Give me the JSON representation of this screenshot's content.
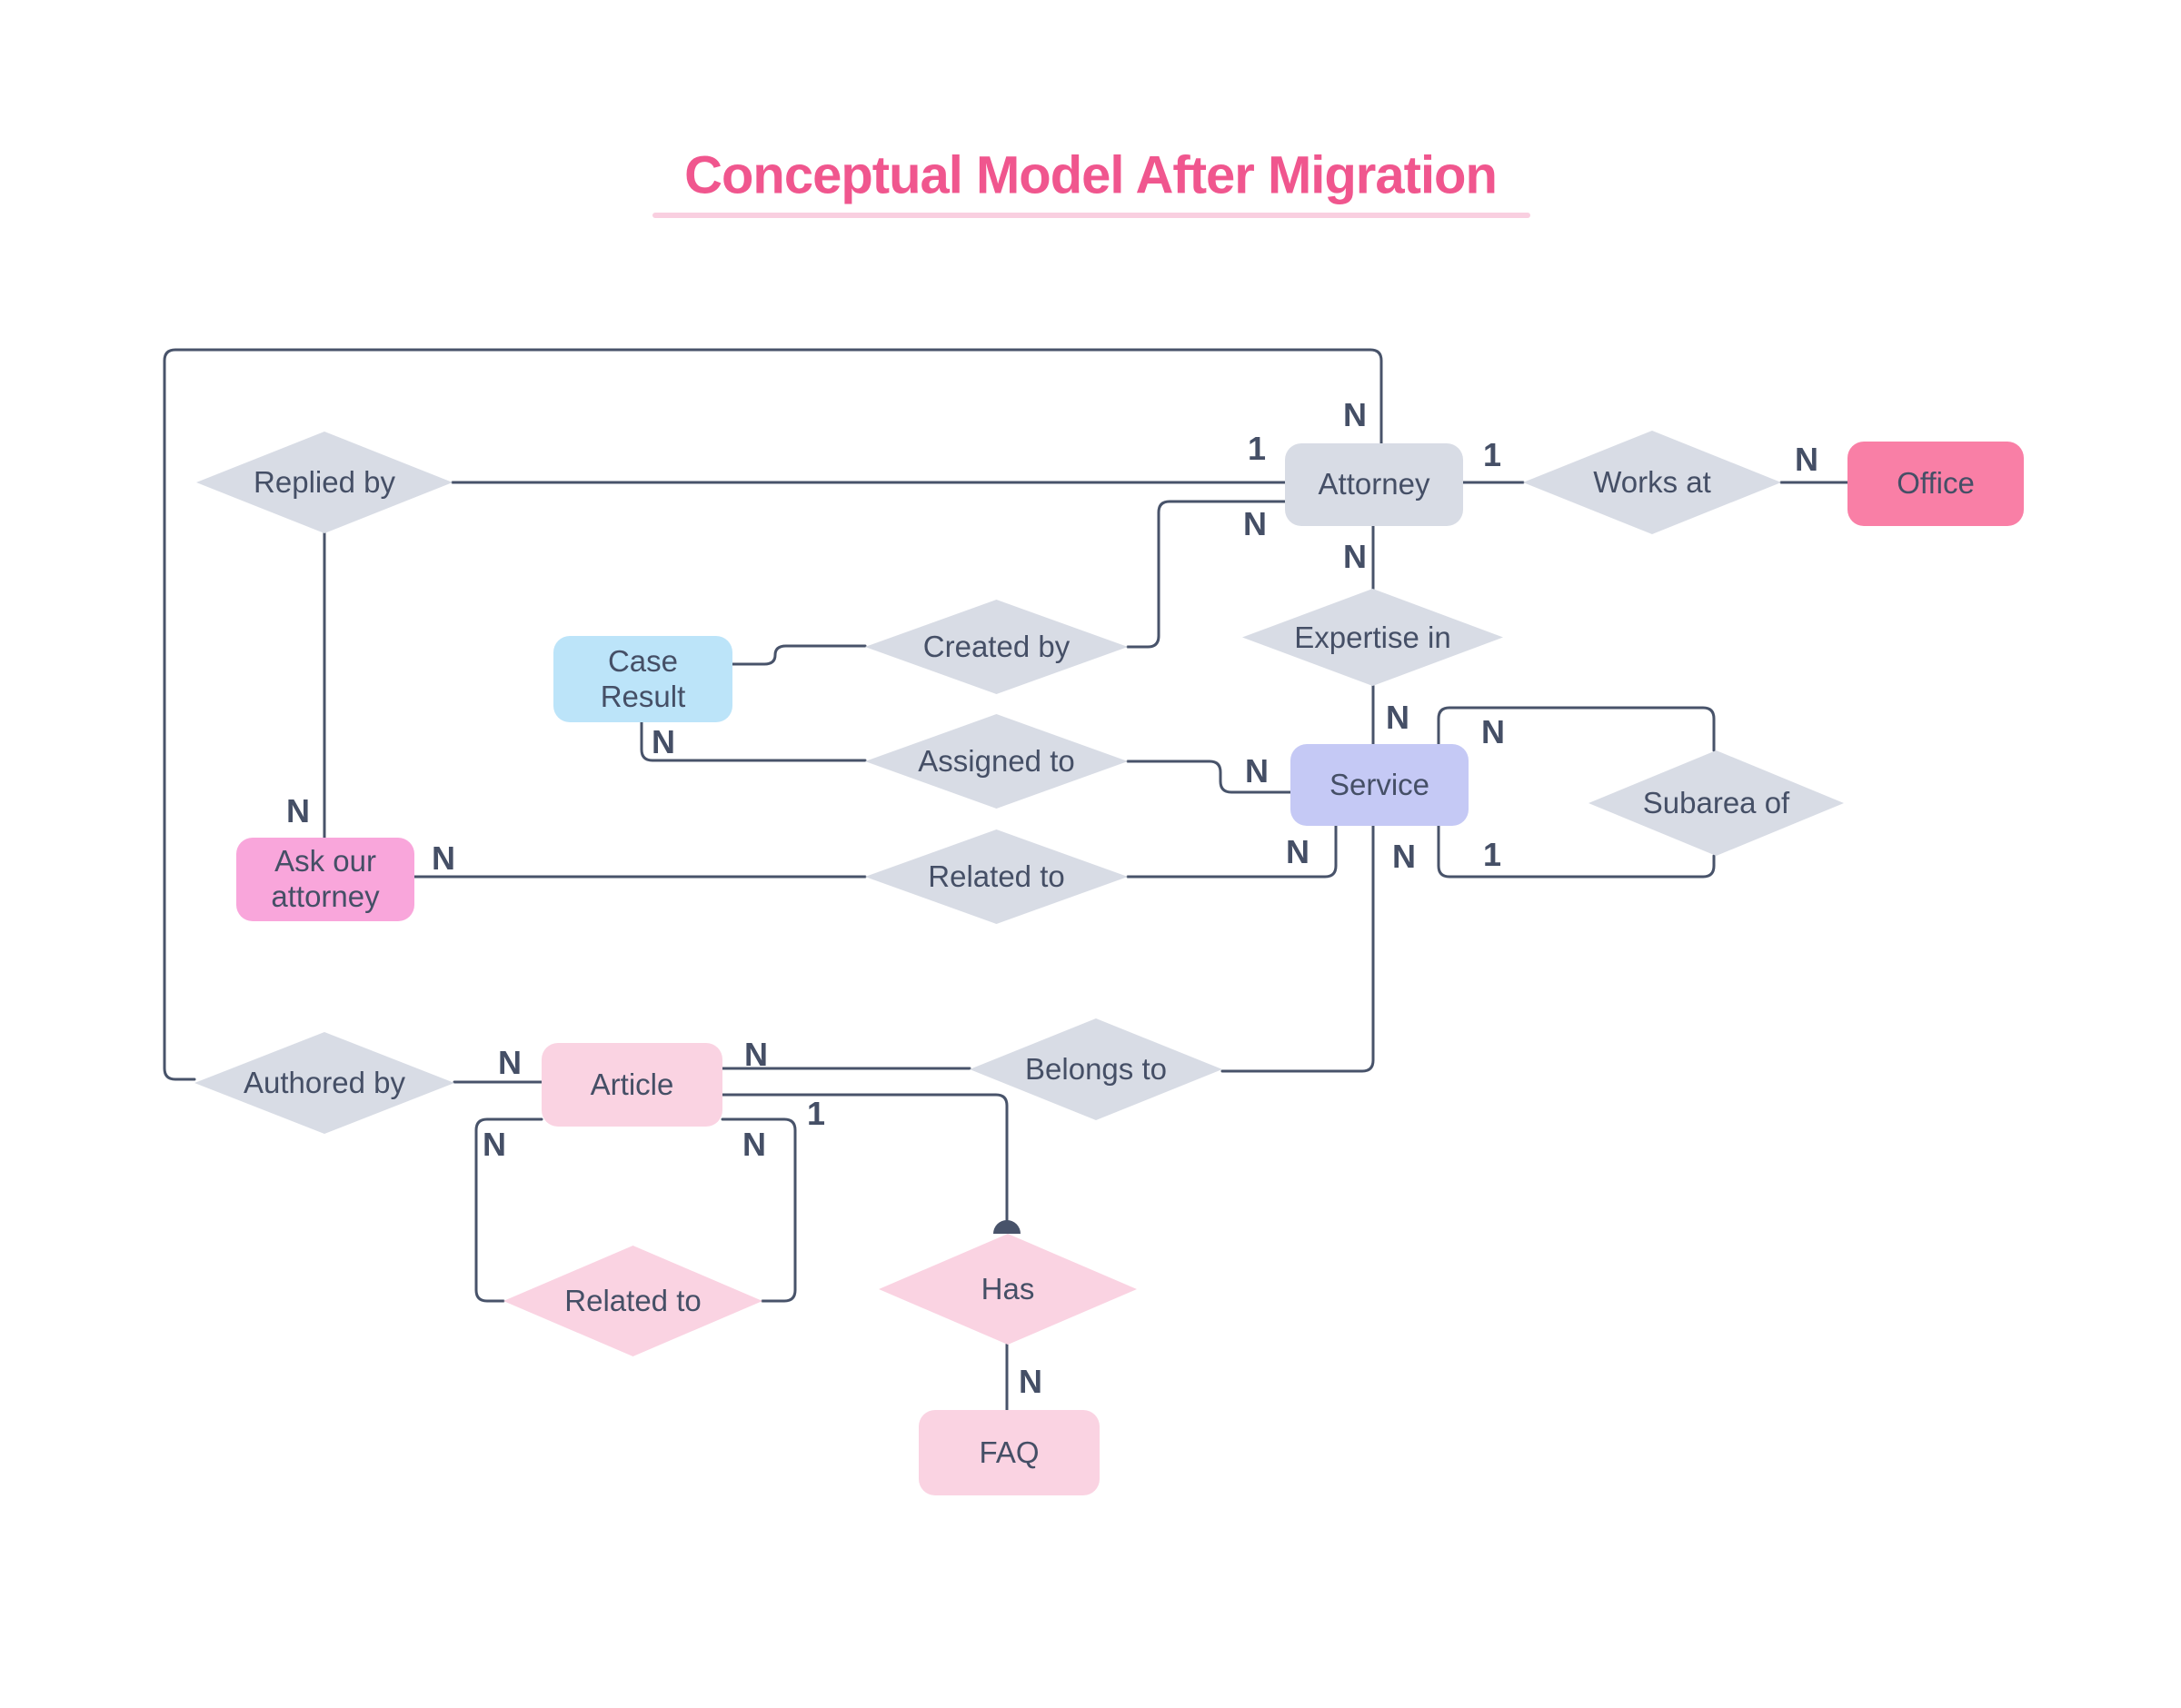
{
  "title": {
    "text": "Conceptual Model After Migration"
  },
  "colors": {
    "background": "#FFFFFF",
    "title_text": "#F0568E",
    "title_underline": "#F9CFE0",
    "connector_line": "#48536A",
    "node_text": "#454F66",
    "entity_gray": "#D8DCE5",
    "entity_rose": "#F97FA6",
    "entity_blue": "#BCE4F9",
    "entity_lavender": "#C5C9F5",
    "entity_orchid": "#F9A6DB",
    "entity_soft_pink": "#FAD3E2",
    "diamond_gray": "#D8DCE5",
    "diamond_pink": "#FAD3E2"
  },
  "entities": {
    "attorney": {
      "label": "Attorney"
    },
    "office": {
      "label": "Office"
    },
    "case_result": {
      "label": "Case\nResult"
    },
    "service": {
      "label": "Service"
    },
    "ask_our_attorney": {
      "label": "Ask our\nattorney"
    },
    "article": {
      "label": "Article"
    },
    "faq": {
      "label": "FAQ"
    }
  },
  "relationships": {
    "replied_by": {
      "label": "Replied by"
    },
    "works_at": {
      "label": "Works at"
    },
    "created_by": {
      "label": "Created by"
    },
    "expertise_in": {
      "label": "Expertise in"
    },
    "assigned_to": {
      "label": "Assigned to"
    },
    "subarea_of": {
      "label": "Subarea of"
    },
    "related_to_service": {
      "label": "Related to"
    },
    "authored_by": {
      "label": "Authored by"
    },
    "belongs_to": {
      "label": "Belongs to"
    },
    "related_to_article": {
      "label": "Related to"
    },
    "has": {
      "label": "Has"
    }
  },
  "cardinalities": {
    "attorney_top": "N",
    "attorney_left_upper": "1",
    "attorney_left_lower": "N",
    "attorney_right": "1",
    "office_left": "N",
    "attorney_bottom": "N",
    "expertise_service": "N",
    "case_result_bottom": "N",
    "assigned_service": "N",
    "subarea_top": "N",
    "subarea_bottom": "1",
    "service_related": "N",
    "service_belongs": "N",
    "ask_top": "N",
    "ask_right": "N",
    "authored_article": "N",
    "article_belongs": "N",
    "article_has": "1",
    "article_loop_left": "N",
    "article_loop_right": "N",
    "has_faq": "N"
  }
}
